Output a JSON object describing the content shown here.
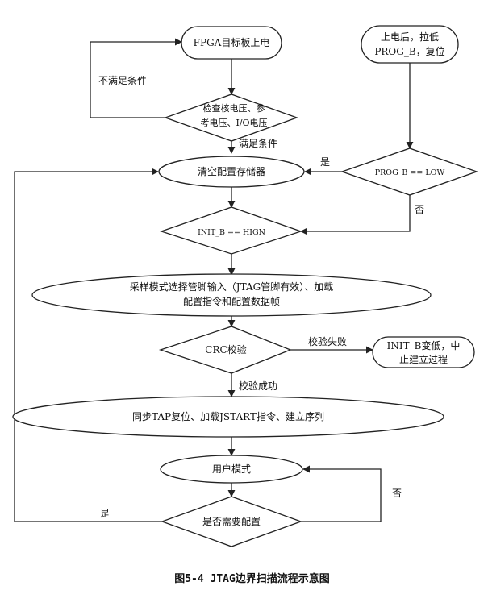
{
  "nodes": {
    "power_on": "FPGA目标板上电",
    "pull_low_1": "上电后，拉低",
    "pull_low_2": "PROG_B，复位",
    "check_1": "检查核电压、参",
    "check_2": "考电压、I/O电压",
    "clear_config": "清空配置存储器",
    "prog_b_low": "PROG_B == LOW",
    "init_b_high": "INIT_B == HIGN",
    "sample_1": "采样模式选择管脚输入（JTAG管脚有效）、加载",
    "sample_2": "配置指令和配置数据帧",
    "crc_check": "CRC校验",
    "init_low_1": "INIT_B变低，中",
    "init_low_2": "止建立过程",
    "sync_tap": "同步TAP复位、加载JSTART指令、建立序列",
    "user_mode": "用户模式",
    "need_config": "是否需要配置"
  },
  "edge_labels": {
    "not_satisfied": "不满足条件",
    "satisfied": "满足条件",
    "yes_prog": "是",
    "no_prog": "否",
    "crc_fail": "校验失败",
    "crc_ok": "校验成功",
    "no_config": "否",
    "yes_config": "是"
  },
  "caption": "图5-4 JTAG边界扫描流程示意图"
}
